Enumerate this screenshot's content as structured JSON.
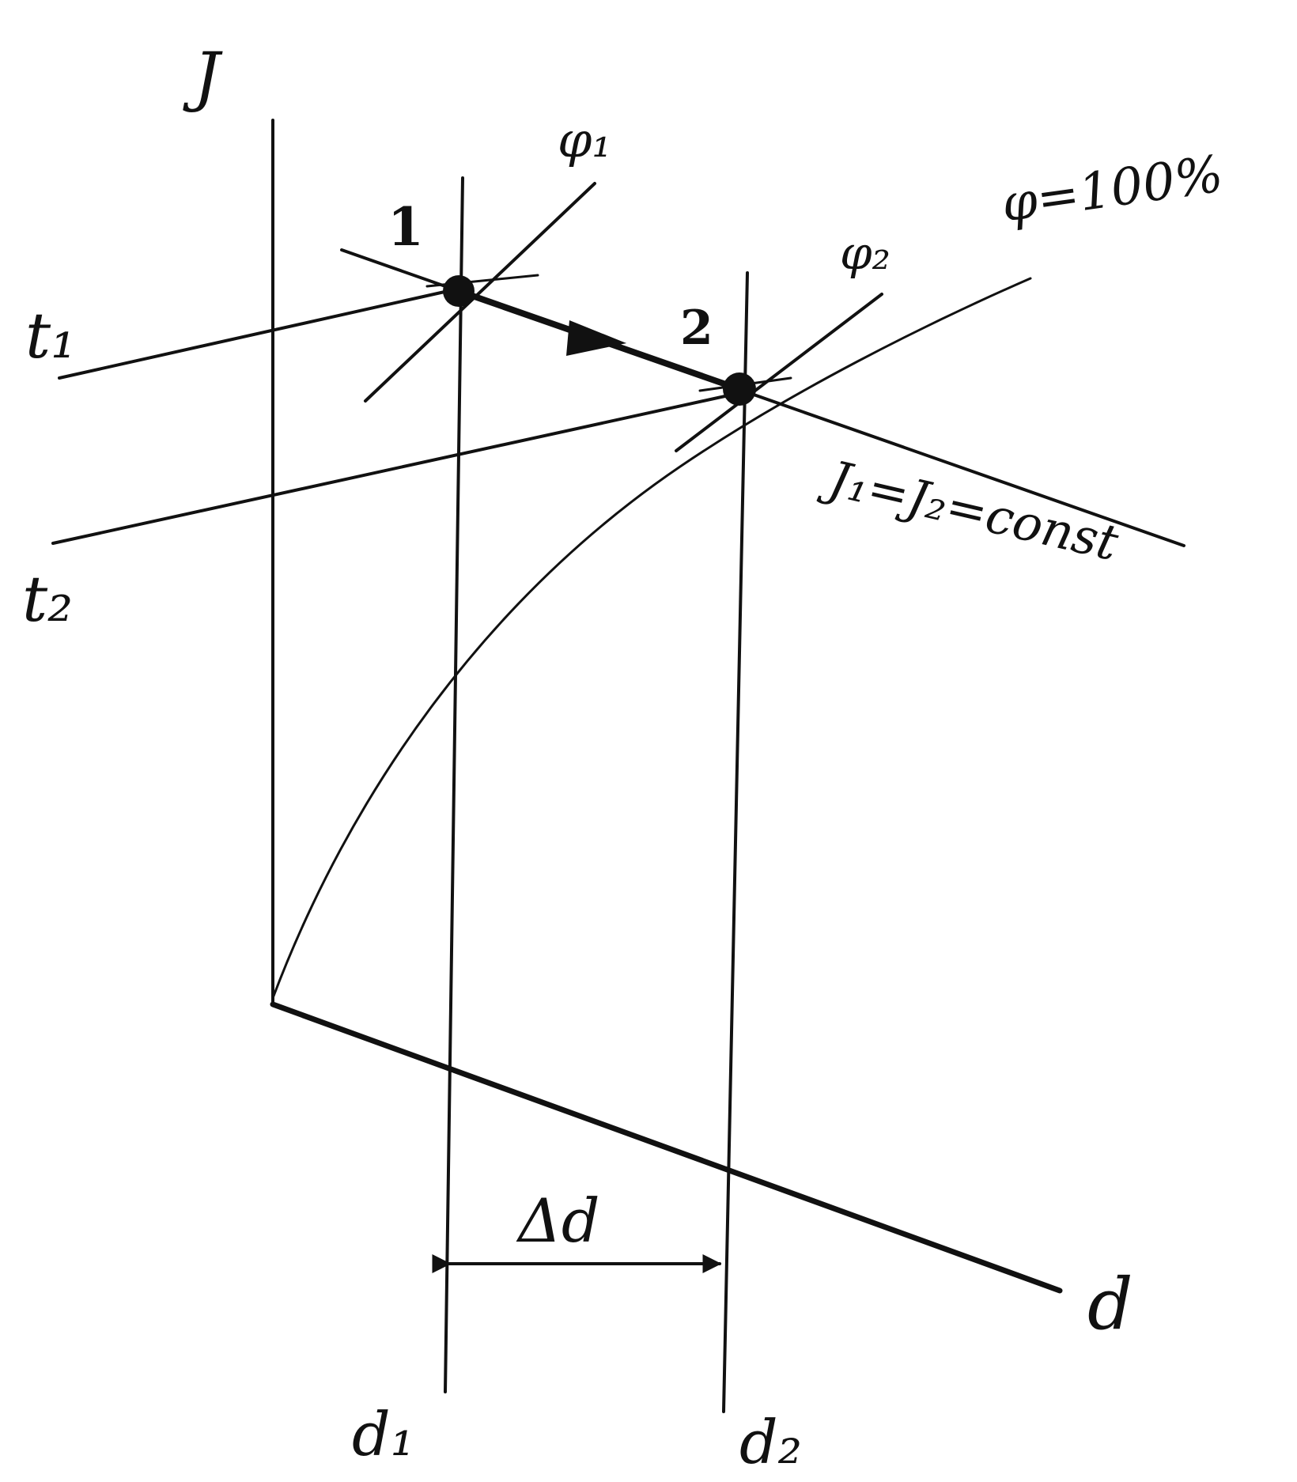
{
  "labels": {
    "axis_y": "J",
    "axis_x": "d",
    "t1": "t₁",
    "t2": "t₂",
    "phi1": "φ₁",
    "phi2": "φ₂",
    "phi100": "φ=100%",
    "point1": "1",
    "point2": "2",
    "j_const": "J₁=J₂=const",
    "d1": "d₁",
    "d2": "d₂",
    "delta_d": "Δd"
  },
  "colors": {
    "ink": "#111111",
    "paper": "#ffffff"
  }
}
